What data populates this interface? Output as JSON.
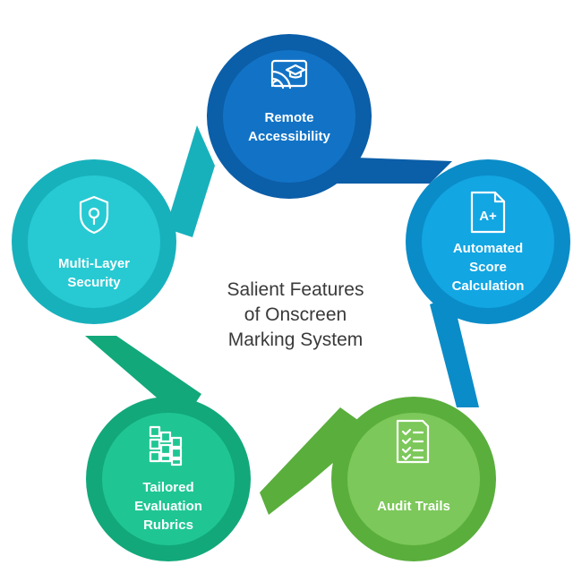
{
  "center_title": {
    "line1": "Salient Features",
    "line2": "of Onscreen",
    "line3": "Marking System"
  },
  "features": [
    {
      "id": "remote",
      "lines": [
        "Remote",
        "Accessibility"
      ],
      "icon": "remote-screen-icon",
      "outer_color": "#0b5ea8",
      "inner_color": "#1273c6"
    },
    {
      "id": "score",
      "lines": [
        "Automated",
        "Score",
        "Calculation"
      ],
      "icon": "grade-document-icon",
      "outer_color": "#0a8cc8",
      "inner_color": "#12a6e3"
    },
    {
      "id": "audit",
      "lines": [
        "Audit Trails"
      ],
      "icon": "checklist-document-icon",
      "outer_color": "#5aae3c",
      "inner_color": "#7cc85a"
    },
    {
      "id": "rubrics",
      "lines": [
        "Tailored",
        "Evaluation",
        "Rubrics"
      ],
      "icon": "grid-blocks-icon",
      "outer_color": "#12a87a",
      "inner_color": "#1fc693"
    },
    {
      "id": "security",
      "lines": [
        "Multi-Layer",
        "Security"
      ],
      "icon": "shield-lock-icon",
      "outer_color": "#17b1bc",
      "inner_color": "#27cad3"
    }
  ]
}
